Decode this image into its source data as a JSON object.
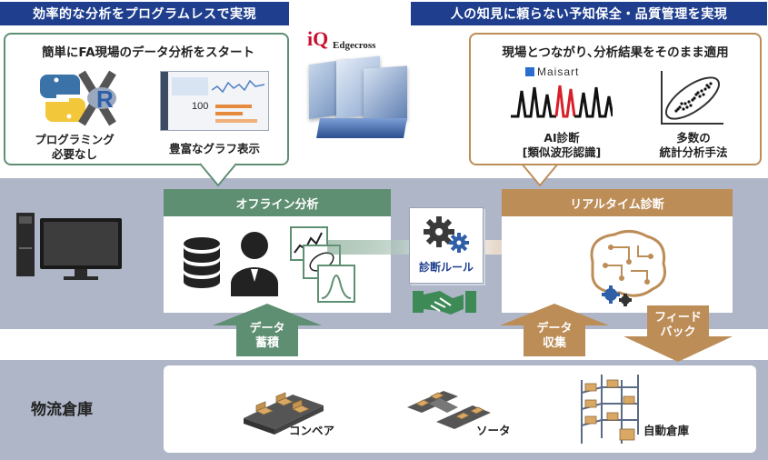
{
  "left_banner": "効率的な分析をプログラムレスで実現",
  "right_banner": "人の知見に頼らない予知保全・品質管理を実現",
  "left_callout": {
    "title": "簡単にFA現場のデータ分析をスタート",
    "item1_line1": "プログラミング",
    "item1_line2": "必要なし",
    "item2": "豊富なグラフ表示",
    "screen_value": "100"
  },
  "logo": {
    "iq": "iQ",
    "edgecross": "Edgecross"
  },
  "right_callout": {
    "title": "現場とつながり､分析結果をそのまま適用",
    "maisart": "Maisart",
    "item1_line1": "AI診断",
    "item1_line2": "[類似波形認識]",
    "item2_line1": "多数の",
    "item2_line2": "統計分析手法"
  },
  "offline": {
    "title": "オフライン分析"
  },
  "realtime": {
    "title": "リアルタイム診断"
  },
  "rule_label": "診断ルール",
  "arrows": {
    "accumulate_l1": "データ",
    "accumulate_l2": "蓄積",
    "collect_l1": "データ",
    "collect_l2": "収集",
    "feedback_l1": "フィード",
    "feedback_l2": "バック"
  },
  "warehouse": {
    "title": "物流倉庫",
    "conveyor": "コンベア",
    "sorter": "ソータ",
    "auto_warehouse": "自動倉庫"
  },
  "colors": {
    "navy": "#1f3f8e",
    "green": "#5f8f72",
    "tan": "#bd8d58",
    "band": "#aeb6c8"
  }
}
